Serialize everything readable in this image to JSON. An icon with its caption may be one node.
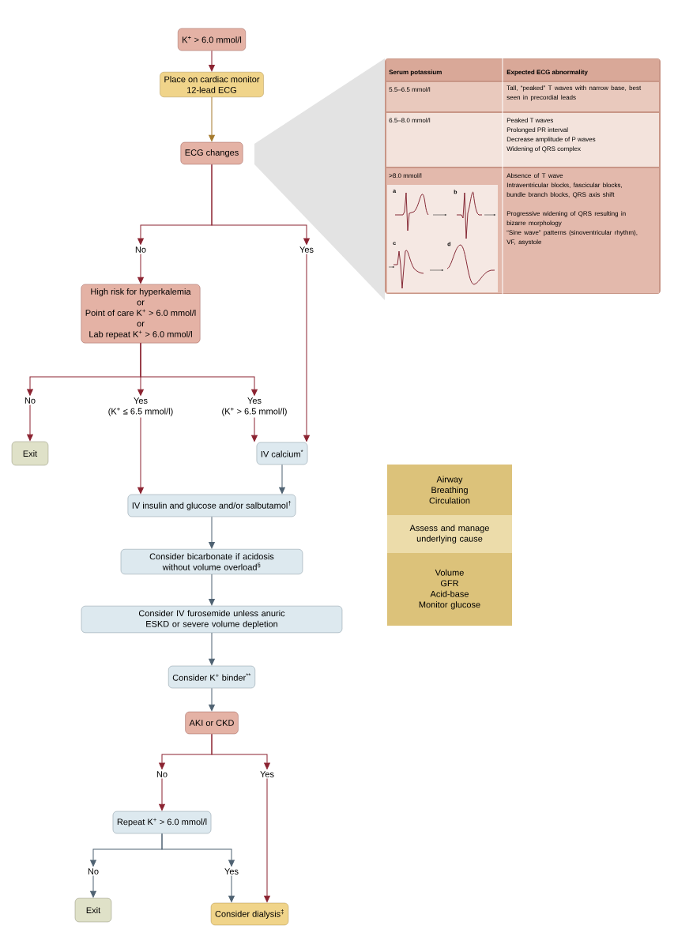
{
  "diagram": {
    "nodes": [
      {
        "text": [
          "K$^{+}$ > 6.0 mmol/l"
        ]
      },
      {
        "text": [
          "Place on cardiac monitor",
          "12-lead ECG"
        ]
      },
      {
        "text": [
          "ECG changes"
        ]
      },
      {
        "text": [
          "No"
        ]
      },
      {
        "text": [
          "Yes"
        ]
      },
      {
        "text": [
          "High risk for hyperkalemia",
          "or",
          "Point of care K$^{+}$ > 6.0 mmol/l",
          "or",
          "Lab repeat K$^{+}$ > 6.0 mmol/l"
        ]
      },
      {
        "text": [
          "No"
        ]
      },
      {
        "text": [
          "Yes",
          "(K$^{+}$ ≤ 6.5 mmol/l)"
        ]
      },
      {
        "text": [
          "Yes",
          "(K$^{+}$ > 6.5 mmol/l)"
        ]
      },
      {
        "text": [
          "Exit"
        ]
      },
      {
        "text": [
          "IV calcium$^{*}$"
        ]
      },
      {
        "text": [
          "IV insulin and glucose and/or salbutamol$^{†}$"
        ]
      },
      {
        "text": [
          "Consider bicarbonate if acidosis without volume overload$^{§}$"
        ]
      },
      {
        "text": [
          "Consider IV furosemide unless anuric ESKD or severe volume depletion"
        ]
      },
      {
        "text": [
          "Consider K$^{+}$ binder$^{**}$"
        ]
      },
      {
        "text": [
          "AKI or CKD"
        ]
      },
      {
        "text": [
          "No"
        ]
      },
      {
        "text": [
          "Yes"
        ]
      },
      {
        "text": [
          "Repeat K$^{+}$ > 6.0 mmol/l"
        ]
      },
      {
        "text": [
          "No"
        ]
      },
      {
        "text": [
          "Yes"
        ]
      },
      {
        "text": [
          "Exit"
        ]
      },
      {
        "text": [
          "Consider dialysis$^{‡}$"
        ]
      },
      {
        "text": [
          "Airway",
          "Breathing",
          "Circulation"
        ]
      },
      {
        "text": [
          "Assess and manage underlying cause"
        ]
      },
      {
        "text": [
          "Volume",
          "GFR",
          "Acid-base",
          "Monitor glucose"
        ]
      }
    ],
    "edges": [
      {
        "from": 0,
        "to": 1,
        "arrow": "to"
      },
      {
        "from": 1,
        "to": 2,
        "arrow": "to",
        "color": "#a57a2c"
      },
      {
        "from": 2,
        "to": 3,
        "arrow": "to"
      },
      {
        "from": 2,
        "to": 4,
        "arrow": "to"
      },
      {
        "from": 3,
        "to": 5,
        "arrow": "to"
      },
      {
        "from": 4,
        "to": 10,
        "arrow": "to"
      },
      {
        "from": 5,
        "to": 6,
        "arrow": "to"
      },
      {
        "from": 5,
        "to": 7,
        "arrow": "to"
      },
      {
        "from": 5,
        "to": 8,
        "arrow": "to"
      },
      {
        "from": 6,
        "to": 9,
        "arrow": "to"
      },
      {
        "from": 7,
        "to": 11,
        "arrow": "to"
      },
      {
        "from": 8,
        "to": 10,
        "arrow": "to"
      },
      {
        "from": 10,
        "to": 11,
        "arrow": "to",
        "color": "#4f6272"
      },
      {
        "from": 11,
        "to": 12,
        "arrow": "to",
        "color": "#4f6272"
      },
      {
        "from": 12,
        "to": 13,
        "arrow": "to",
        "color": "#4f6272"
      },
      {
        "from": 13,
        "to": 14,
        "arrow": "to",
        "color": "#4f6272"
      },
      {
        "from": 14,
        "to": 15,
        "arrow": "to",
        "color": "#4f6272"
      },
      {
        "from": 15,
        "to": 16,
        "arrow": "to"
      },
      {
        "from": 15,
        "to": 17,
        "arrow": "to"
      },
      {
        "from": 16,
        "to": 18,
        "arrow": "to"
      },
      {
        "from": 17,
        "to": 22,
        "arrow": "to"
      },
      {
        "from": 18,
        "to": 19,
        "arrow": "to",
        "color": "#4f6272"
      },
      {
        "from": 18,
        "to": 20,
        "arrow": "to",
        "color": "#4f6272"
      },
      {
        "from": 19,
        "to": 21,
        "arrow": "to",
        "color": "#4f6272"
      },
      {
        "from": 20,
        "to": 22,
        "arrow": "to",
        "color": "#4f6272"
      }
    ],
    "labels": [
      "Serum potassium",
      "Expected ECG abnormality",
      "5.5–6.5 mmol/l",
      "Tall, “peaked” T waves with narrow base, best seen in precordial leads",
      "6.5–8.0 mmol/l",
      "Peaked T waves",
      "Prolonged PR interval",
      "Decrease amplitude of P waves",
      "Widening of QRS complex",
      ">8.0 mmol/l",
      "a",
      "b",
      "c",
      "d",
      "Absence of T wave",
      "Intraventricular blocks, fascicular blocks, bundle branch blocks, QRS axis shift",
      "Progressive widening of QRS resulting in bizarre morphology",
      "“Sine wave” patterns (sinoventricular rhythm), VF, asystole"
    ]
  }
}
